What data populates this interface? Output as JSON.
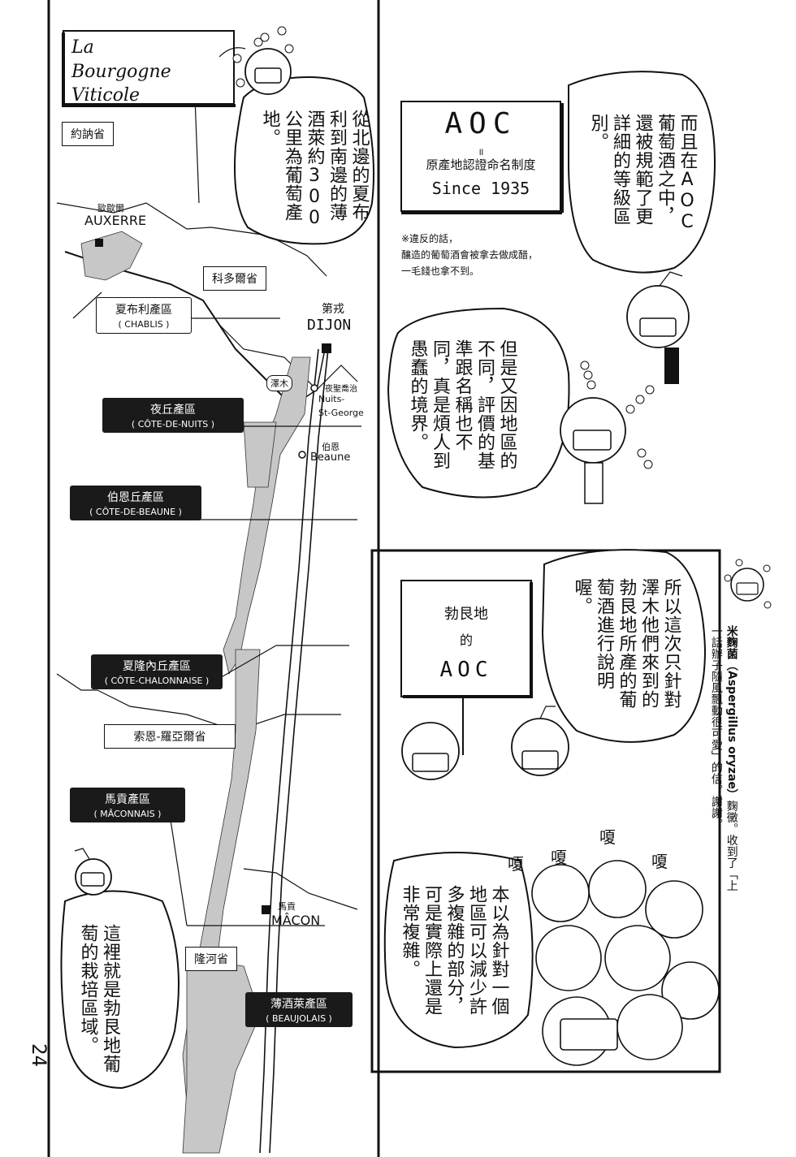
{
  "page": {
    "number": "24"
  },
  "map": {
    "title": "La\nBourgogne Viticole",
    "departments": {
      "yonne": "約訥省",
      "cote_dor": "科多爾省",
      "saone_et_loire": "索恩-羅亞爾省",
      "rhone": "隆河省"
    },
    "cities": {
      "auxerre_zh": "歐歇爾",
      "auxerre": "AUXERRE",
      "dijon_zh": "第戎",
      "dijon": "DIJON",
      "nuits_zh": "夜聖喬治",
      "nuits": "Nuits-\nSt-George",
      "beaune_zh": "伯恩",
      "beaune": "Beaune",
      "sawaki": "澤木",
      "macon_zh": "馬貢",
      "macon": "MÂCON"
    },
    "regions": [
      {
        "zh": "夏布利產區",
        "fr": "( CHABLIS )"
      },
      {
        "zh": "夜丘產區",
        "fr": "( CÔTE-DE-NUITS )"
      },
      {
        "zh": "伯恩丘產區",
        "fr": "( CÔTE-DE-BEAUNE )"
      },
      {
        "zh": "夏隆內丘產區",
        "fr": "( CÔTE-CHALONNAISE )"
      },
      {
        "zh": "馬貢產區",
        "fr": "( MÂCONNAIS )"
      },
      {
        "zh": "薄酒萊產區",
        "fr": "( BEAUJOLAIS )"
      }
    ],
    "bubble_top": "從北邊的夏布利到南邊的薄酒萊約300公里為葡萄產地。",
    "bubble_bottom": "這裡就是勃艮地葡萄的栽培區域。"
  },
  "aoc_panel": {
    "sign_title": "AOC",
    "sign_equals": "॥",
    "sign_desc": "原產地認證命名制度",
    "sign_since": "Since 1935",
    "note_line1": "※違反的話，",
    "note_line2": "釀造的葡萄酒會被拿去做成醋，",
    "note_line3": "一毛錢也拿不到。",
    "bubble_1": "而且在AOC葡萄酒之中，還被規範了更詳細的等級區別。",
    "bubble_2": "但是又因地區的不同，評價的基準跟名稱也不同，真是煩人到愚蠢的境界。"
  },
  "lower_panel": {
    "board_line1": "勃艮地",
    "board_line2": "的",
    "board_line3": "AOC",
    "bubble_1": "所以這次只針對澤木他們來到的勃艮地所產的葡萄酒進行說明喔。",
    "sfx_1": "嗄",
    "sfx_2": "嗄",
    "sfx_3": "嗄",
    "sfx_4": "嗄",
    "bubble_2": "本以為針對一個地區可以減少許多複雜的部分，可是實際上還是非常複雜。"
  },
  "side_note": {
    "name": "米麴菌",
    "latin": "（Aspergillus oryzae）",
    "text": "麴黴。收到了「上一話辦子隨風飄動很可愛」的信。謝謝。"
  }
}
